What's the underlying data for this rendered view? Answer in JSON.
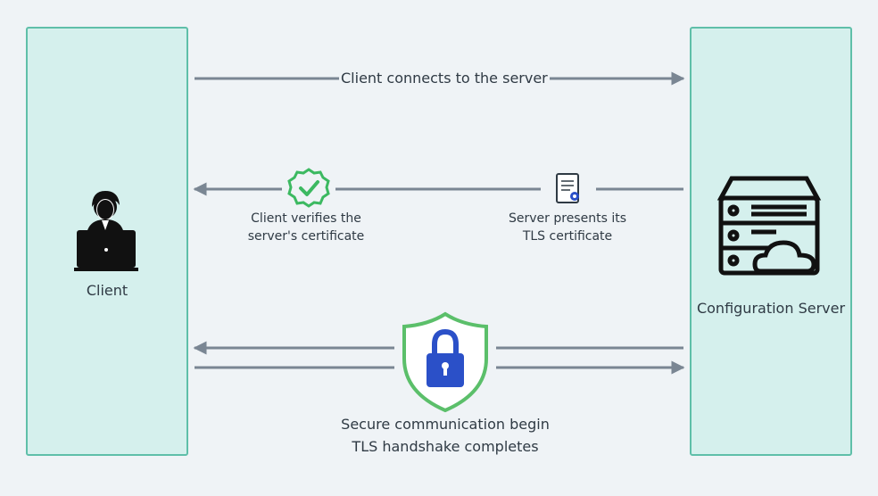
{
  "client": {
    "label": "Client"
  },
  "server": {
    "label": "Configuration Server"
  },
  "steps": {
    "connect": "Client connects to the server",
    "verify": "Client verifies the server's certificate",
    "present": "Server presents its TLS certificate",
    "secure_line1": "Secure communication begin",
    "secure_line2": "TLS handshake completes"
  },
  "colors": {
    "background": "#eff3f6",
    "panel_fill": "#d5f0ed",
    "panel_border": "#5fbfa9",
    "arrow": "#7a8693",
    "shield": "#5bbf6a",
    "lock": "#2b50c8",
    "check": "#3cb961"
  },
  "icons": [
    "user-laptop-icon",
    "server-cloud-icon",
    "verified-check-icon",
    "certificate-icon",
    "shield-lock-icon"
  ]
}
